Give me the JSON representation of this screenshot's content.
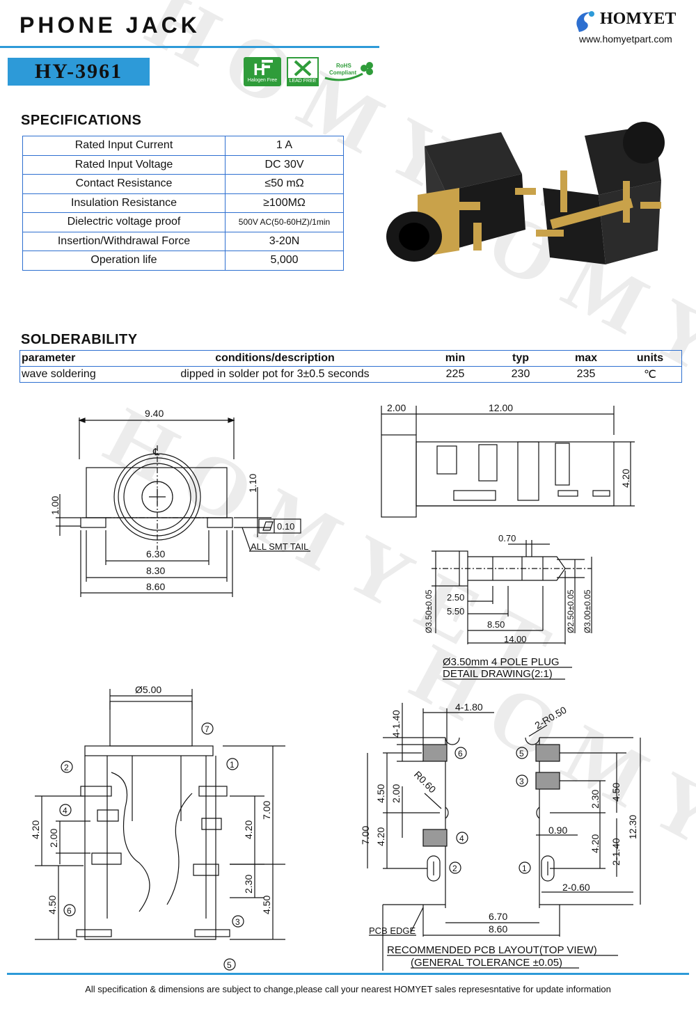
{
  "header": {
    "title": "PHONE JACK",
    "model": "HY-3961",
    "brand": "HOMYET",
    "url": "www.homyetpart.com"
  },
  "badges": {
    "halogen_free": "Halogen Free",
    "lead_free": "LEAD FREE",
    "rohs_line1": "RoHS",
    "rohs_line2": "Compliant"
  },
  "watermark_text": "HOMYET",
  "specifications": {
    "heading": "SPECIFICATIONS",
    "rows": [
      {
        "label": "Rated Input Current",
        "value": "1 A"
      },
      {
        "label": "Rated Input Voltage",
        "value": "DC  30V"
      },
      {
        "label": "Contact Resistance",
        "value": "≤50  mΩ"
      },
      {
        "label": "Insulation Resistance",
        "value": "≥100MΩ"
      },
      {
        "label": "Dielectric voltage proof",
        "value": "500V AC(50-60HZ)/1min"
      },
      {
        "label": "Insertion/Withdrawal Force",
        "value": "3-20N"
      },
      {
        "label": "Operation life",
        "value": "5,000"
      }
    ]
  },
  "solderability": {
    "heading": "SOLDERABILITY",
    "headers": [
      "parameter",
      "conditions/description",
      "min",
      "typ",
      "max",
      "units"
    ],
    "row": [
      "wave soldering",
      "dipped in solder pot for 3±0.5 seconds",
      "225",
      "230",
      "235",
      "℃"
    ]
  },
  "drawings": {
    "front": {
      "d940": "9.40",
      "d110": "1.10",
      "d100": "1.00",
      "d630": "6.30",
      "d830": "8.30",
      "d860": "8.60",
      "flatness": "0.10",
      "smt": "ALL SMT TAIL",
      "cl": "℄"
    },
    "side": {
      "d200": "2.00",
      "d1200": "12.00",
      "d420": "4.20"
    },
    "plug": {
      "d070": "0.70",
      "d350": "Ø3.50±0.05",
      "d250a": "2.50",
      "d550": "5.50",
      "d850": "8.50",
      "d1400": "14.00",
      "d250d": "Ø2.50±0.05",
      "d300d": "Ø3.00±0.05",
      "caption1": "Ø3.50mm 4 POLE PLUG",
      "caption2": "DETAIL DRAWING(2:1)"
    },
    "bottom": {
      "d500": "Ø5.00",
      "d420a": "4.20",
      "d200": "2.00",
      "d450": "4.50",
      "d420b": "4.20",
      "d700": "7.00",
      "d230": "2.30",
      "d450b": "4.50",
      "n1": "1",
      "n2": "2",
      "n3": "3",
      "n4": "4",
      "n5": "5",
      "n6": "6",
      "n7": "7"
    },
    "pcb": {
      "d4140": "4-1.40",
      "d4180": "4-1.80",
      "d2r050": "2-R0.50",
      "r060": "R0.60",
      "d450": "4.50",
      "d200": "2.00",
      "d700": "7.00",
      "d420": "4.20",
      "d230": "2.30",
      "d450r": "4.50",
      "d090": "0.90",
      "d420r": "4.20",
      "d2140": "2-1.40",
      "d1230": "12.30",
      "d2060": "2-0.60",
      "d670": "6.70",
      "d860": "8.60",
      "pcb_edge": "PCB EDGE",
      "caption1": "RECOMMENDED PCB LAYOUT(TOP VIEW)",
      "caption2": "(GENERAL TOLERANCE  ±0.05)",
      "n1": "1",
      "n2": "2",
      "n3": "3",
      "n4": "4",
      "n5": "5",
      "n6": "6"
    }
  },
  "footer": "All specification & dimensions are subject to change,please call your nearest HOMYET sales represesntative for update information"
}
